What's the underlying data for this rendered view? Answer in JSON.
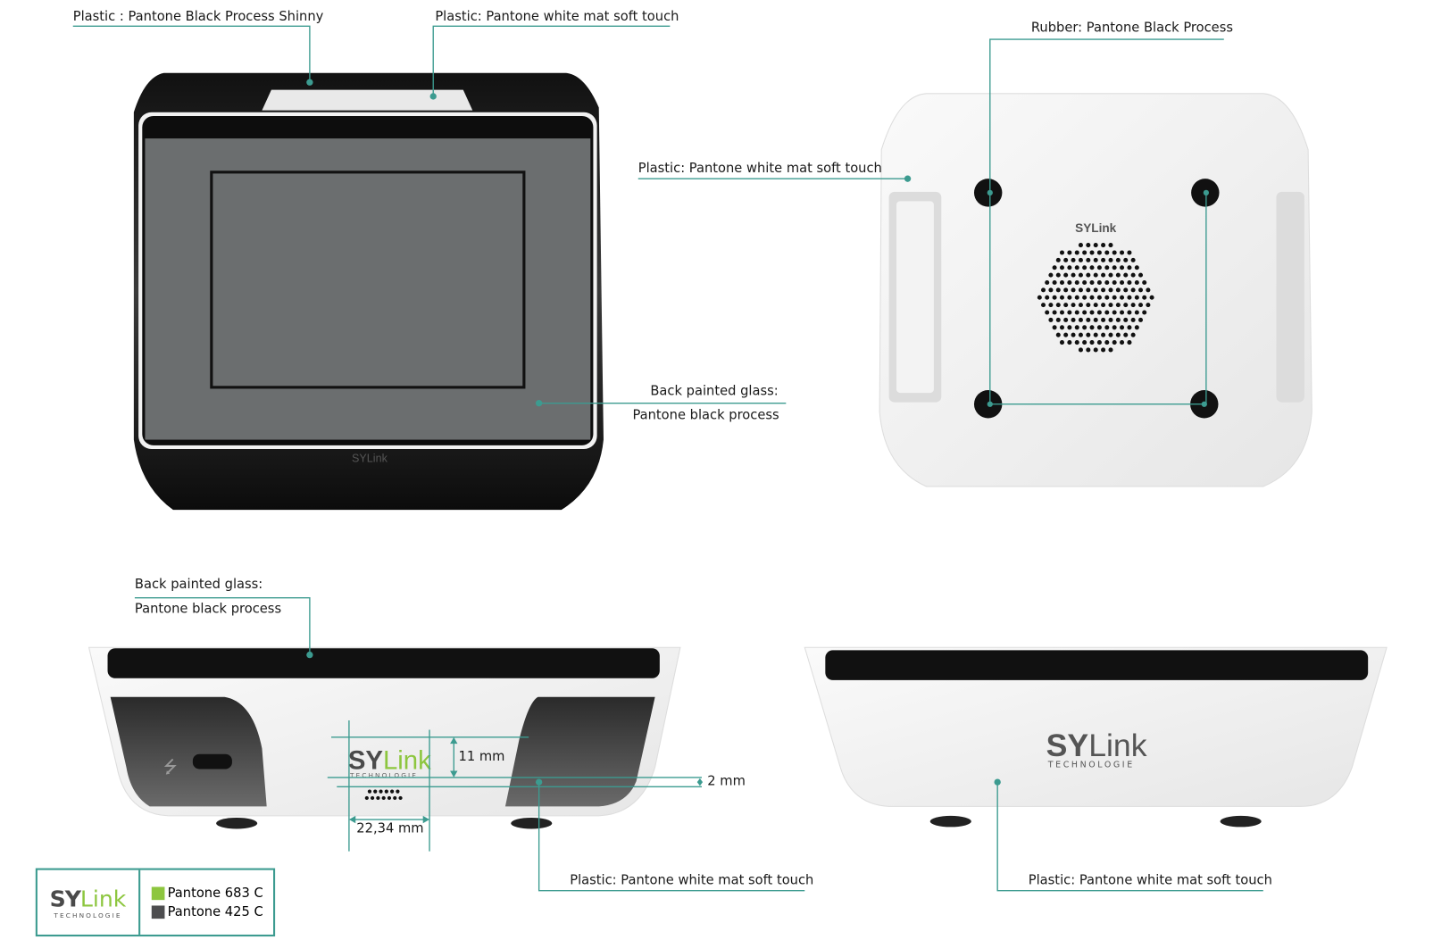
{
  "callouts": {
    "front_top_left": "Plastic : Pantone Black Process Shinny",
    "front_top_right": "Plastic: Pantone white mat soft touch",
    "back_rubber": "Rubber: Pantone Black Process",
    "back_plastic": "Plastic: Pantone white mat soft touch",
    "front_glass_line1": "Back painted glass:",
    "front_glass_line2": "Pantone black process",
    "side_glass_line1": "Back painted glass:",
    "side_glass_line2": "Pantone black process",
    "side_plastic": "Plastic: Pantone white mat soft touch",
    "rear_plastic": "Plastic: Pantone white mat soft touch"
  },
  "dimensions": {
    "logo_height": "11 mm",
    "logo_offset": "2 mm",
    "logo_width": "22,34 mm"
  },
  "logo": {
    "sy": "SY",
    "link": "Link",
    "tagline": "TECHNOLOGIE"
  },
  "legend": {
    "colors": [
      {
        "label": "Pantone 683 C",
        "color": "#8dc63f"
      },
      {
        "label": "Pantone 425 C",
        "color": "#4d4d4f"
      }
    ]
  },
  "accent": "#3c9b90"
}
